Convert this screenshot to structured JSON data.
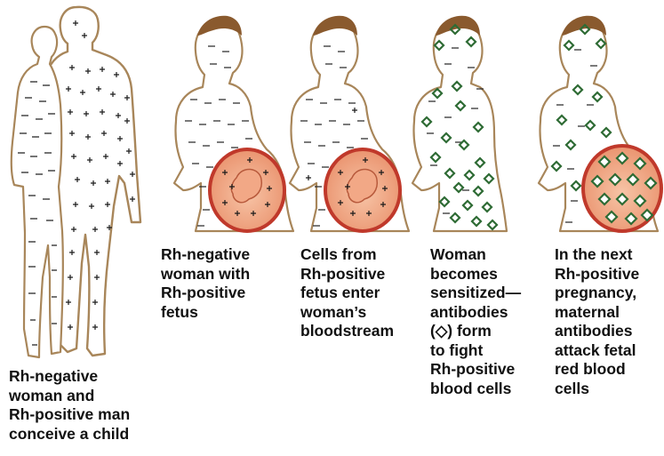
{
  "colors": {
    "outline": "#a8865a",
    "hair": "#8a5a2e",
    "uterus_wall": "#c0392b",
    "uterus_fill": "#f2b08f",
    "antibody": "#2e6b34",
    "text": "#111111"
  },
  "symbols": {
    "negative": "−",
    "positive": "+",
    "antibody": "◇"
  },
  "panels": [
    {
      "caption": "Rh-negative\nwoman and\nRh-positive man\nconceive a child"
    },
    {
      "caption": "Rh-negative\nwoman with\nRh-positive\nfetus"
    },
    {
      "caption": "Cells from\nRh-positive\nfetus enter\nwoman’s\nbloodstream"
    },
    {
      "caption": "Woman\nbecomes\nsensitized—\nantibodies\n(◇) form\nto fight\nRh-positive\nblood cells"
    },
    {
      "caption": "In the next\nRh-positive\npregnancy,\nmaternal\nantibodies\nattack fetal\nred blood\ncells"
    }
  ]
}
